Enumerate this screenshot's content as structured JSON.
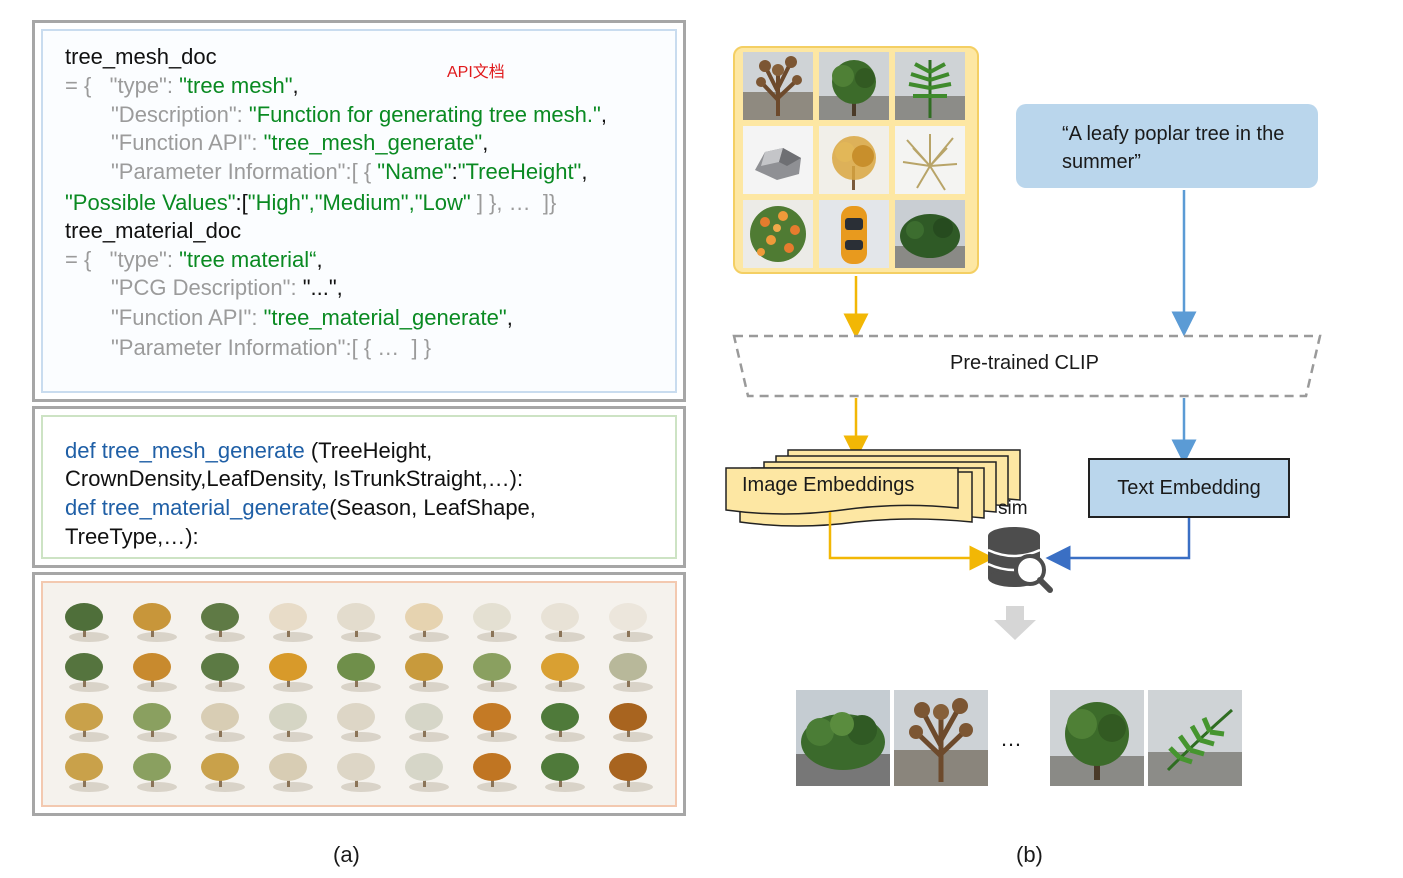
{
  "panel_a": {
    "doc": {
      "note": "API文档",
      "mesh_title": "tree_mesh_doc",
      "mesh_open": "= {   ",
      "mesh_type_key": "\"type\": ",
      "mesh_type_val": "\"tree mesh\"",
      "mesh_type_end": ",",
      "mesh_desc_key": "\"Description\": ",
      "mesh_desc_val": "\"Function for generating tree mesh.\"",
      "mesh_desc_end": ",",
      "mesh_api_key": "\"Function API\": ",
      "mesh_api_val": "\"tree_mesh_generate\"",
      "mesh_api_end": ",",
      "mesh_param_key": "\"Parameter Information\":[ { ",
      "mesh_param_name": "\"Name\"",
      "mesh_param_colon": ":",
      "mesh_param_val": "\"TreeHeight\"",
      "mesh_param_end": ",",
      "mesh_pv_key": "\"Possible Values\"",
      "mesh_pv_open": ":[",
      "mesh_pv_vals": "\"High\",\"Medium\",\"Low\"",
      "mesh_pv_end": " ] }, …  ]}",
      "mat_title": "tree_material_doc",
      "mat_open": "= {   ",
      "mat_type_key": "\"type\": ",
      "mat_type_val": "\"tree material“",
      "mat_type_end": ",",
      "mat_desc_key": "\"PCG Description\": ",
      "mat_desc_val": "\"...\"",
      "mat_desc_end": ",",
      "mat_api_key": "\"Function API\": ",
      "mat_api_val": "\"tree_material_generate\"",
      "mat_api_end": ",",
      "mat_param": "\"Parameter Information\":[ { …  ] }"
    },
    "code": {
      "def1_kw": "def ",
      "def1_name": "tree_mesh_generate",
      "def1_args": " (TreeHeight,",
      "def1_args2": "CrownDensity,LeafDensity, IsTrunkStraight,…):",
      "def2_kw": "def ",
      "def2_name": "tree_material_generate",
      "def2_args": "(Season, LeafShape,",
      "def2_args2": "TreeType,…):"
    },
    "caption": "(a)"
  },
  "panel_b": {
    "query": "“A leafy poplar tree in the summer”",
    "clip": "Pre-trained CLIP",
    "image_embeddings": "Image Embeddings",
    "text_embedding": "Text Embedding",
    "sim": "sim",
    "ellipsis": "…",
    "caption": "(b)"
  },
  "colors": {
    "yellow_arrow": "#f2b705",
    "blue_arrow": "#5b9bd5",
    "blue_arrow_dark": "#3a6fc4",
    "code_green": "#0a8a22",
    "code_gray": "#9b9b9b",
    "code_blue": "#1f5fa6",
    "note_red": "#e0191b"
  }
}
